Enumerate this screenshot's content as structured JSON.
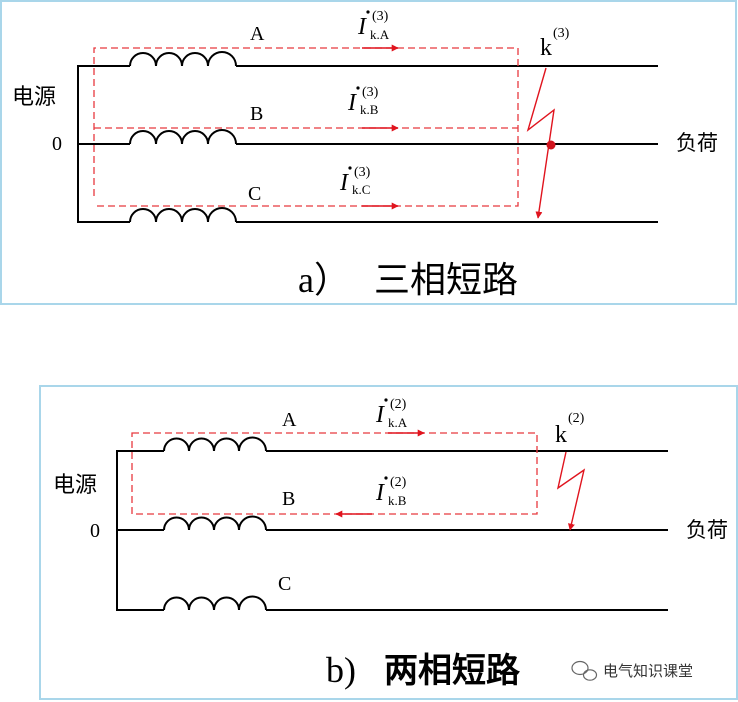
{
  "panel_a": {
    "caption_letter": "a）",
    "caption_text": "三相短路",
    "source_label": "电源",
    "neutral_label": "0",
    "load_label": "负荷",
    "phase_a": "A",
    "phase_b": "B",
    "phase_c": "C",
    "fault_label": "k",
    "fault_sup": "(3)",
    "current_symbol": "I",
    "current_sup": "(3)",
    "current_a_sub": "k.A",
    "current_b_sub": "k.B",
    "current_c_sub": "k.C"
  },
  "panel_b": {
    "caption_letter": "b)",
    "caption_text": "两相短路",
    "source_label": "电源",
    "neutral_label": "0",
    "load_label": "负荷",
    "phase_a": "A",
    "phase_b": "B",
    "phase_c": "C",
    "fault_label": "k",
    "fault_sup": "(2)",
    "current_symbol": "I",
    "current_sup": "(2)",
    "current_a_sub": "k.A",
    "current_b_sub": "k.B"
  },
  "watermark": "电气知识课堂",
  "colors": {
    "frame": "#a9d6ea",
    "wire": "#000000",
    "loop": "#e8393f",
    "arrow": "#e0141e"
  }
}
